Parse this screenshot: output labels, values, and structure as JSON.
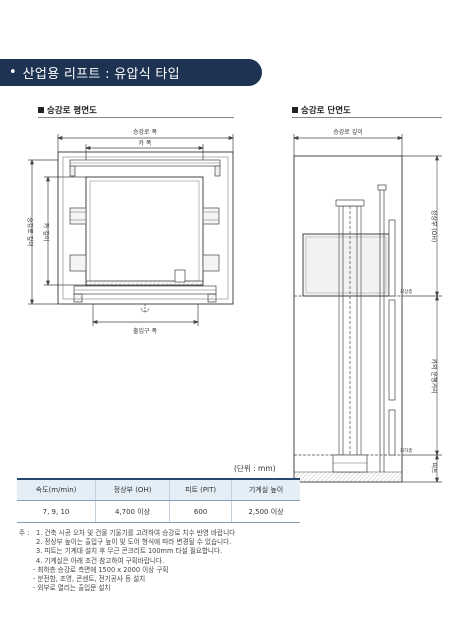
{
  "header": {
    "bullet": "•",
    "title": "산업용 리프트 : 유압식 타입"
  },
  "plan": {
    "section_title": "승강로 평면도",
    "label_hoistway_width": "승강로 폭",
    "label_car_width": "카 폭",
    "label_hoistway_depth": "승강로 깊이",
    "label_car_depth": "카 깊이",
    "label_entrance_width": "출입구 폭"
  },
  "section": {
    "section_title": "승강로 단면도",
    "label_hoistway_depth": "승강로 깊이",
    "label_overhead": "정상부 (OH)",
    "label_floor_top": "최상층",
    "label_travel": "카의 운행거리",
    "label_floor_bottom": "최하층",
    "label_pit": "피트"
  },
  "spec": {
    "unit": "(단위 : mm)",
    "headers": [
      "속도(m/min)",
      "정상부 (OH)",
      "피트 (PIT)",
      "기계실 높이"
    ],
    "rows": [
      [
        "7, 9, 10",
        "4,700 이상",
        "600",
        "2,500 이상"
      ]
    ]
  },
  "notes": {
    "prefix": "주 :",
    "items": [
      {
        "num": "1.",
        "text": "건축 시공 오차 및 건물 기울기를 고려하여 승강로 치수 반영 바랍니다"
      },
      {
        "num": "2.",
        "text": "정상부 높이는 출입구 높이 및 도어 형식에 따라 변경될 수 있습니다."
      },
      {
        "num": "3.",
        "text": "피트는 기계대 설치 후 무근 콘크리트 100mm 타설 필요합니다."
      },
      {
        "num": "4.",
        "text": "기계실은 아래 조건 참고하여 구획바랍니다."
      }
    ],
    "subitems": [
      "- 최하층 승강로 측면에 1500 x 2000 이상 구획",
      "- 분전함, 조명, 콘센트, 전기공사 등 설치",
      "- 외부로 열리는 출입문 설치"
    ]
  }
}
